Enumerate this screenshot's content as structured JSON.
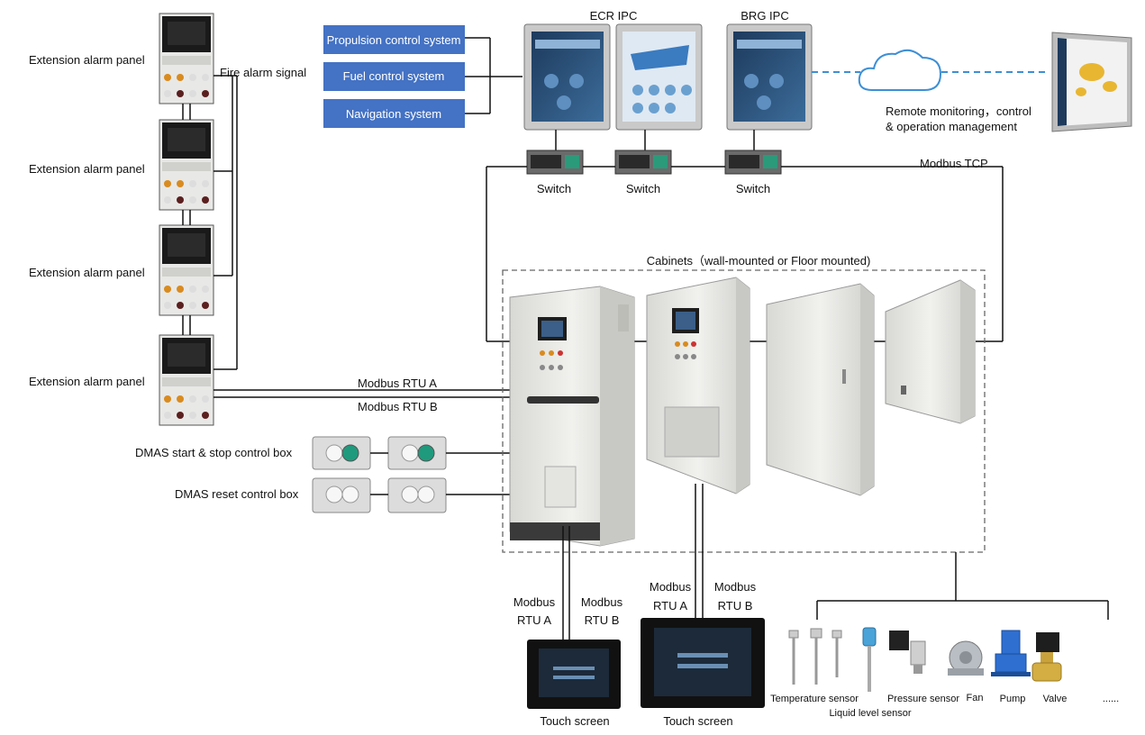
{
  "diagram": {
    "systems": [
      {
        "label": "Propulsion control system"
      },
      {
        "label": "Fuel control system"
      },
      {
        "label": "Navigation system"
      }
    ],
    "ipcs": {
      "ecr": "ECR IPC",
      "brg": "BRG IPC"
    },
    "switch_label": "Switch",
    "remote_label_1": "Remote monitoring，control",
    "remote_label_2": "& operation management",
    "modbus_tcp": "Modbus TCP",
    "cabinets_label": "Cabinets（wall-mounted or Floor mounted)",
    "panels": [
      {
        "label": "Extension alarm panel"
      },
      {
        "label": "Extension alarm panel"
      },
      {
        "label": "Extension alarm panel"
      },
      {
        "label": "Extension alarm panel"
      }
    ],
    "fire_alarm": "Fire alarm signal",
    "rtu_a_long": "Modbus RTU A",
    "rtu_b_long": "Modbus RTU B",
    "start_stop_box": "DMAS start & stop control box",
    "reset_box": "DMAS reset control box",
    "modbus": "Modbus",
    "rtu_a": "RTU A",
    "rtu_b": "RTU B",
    "touch_screen": "Touch screen",
    "sensors": {
      "temperature": "Temperature sensor",
      "liquid": "Liquid level sensor",
      "pressure": "Pressure sensor",
      "fan": "Fan",
      "pump": "Pump",
      "valve": "Valve",
      "more": "......"
    },
    "colors": {
      "system_box": "#4472c4",
      "cloud": "#3d8fd6",
      "cabinet": "#e9e9e6"
    }
  }
}
